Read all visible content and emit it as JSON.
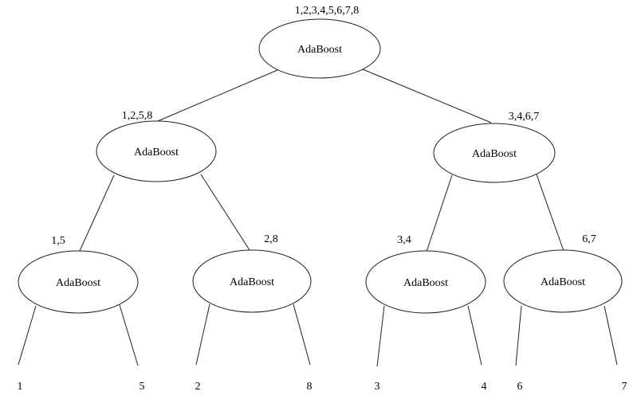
{
  "diagram": {
    "type": "binary-tree",
    "background_color": "#ffffff",
    "stroke_color": "#1f1f1f",
    "text_color": "#000000",
    "nodes": [
      {
        "id": "root",
        "label": "AdaBoost",
        "subset": "1,2,3,4,5,6,7,8"
      },
      {
        "id": "left",
        "label": "AdaBoost",
        "subset": "1,2,5,8"
      },
      {
        "id": "right",
        "label": "AdaBoost",
        "subset": "3,4,6,7"
      },
      {
        "id": "left-left",
        "label": "AdaBoost",
        "subset": "1,5"
      },
      {
        "id": "left-right",
        "label": "AdaBoost",
        "subset": "2,8"
      },
      {
        "id": "right-left",
        "label": "AdaBoost",
        "subset": "3,4"
      },
      {
        "id": "right-right",
        "label": "AdaBoost",
        "subset": "6,7"
      }
    ],
    "leaves": [
      "1",
      "5",
      "2",
      "8",
      "3",
      "4",
      "6",
      "7"
    ]
  }
}
